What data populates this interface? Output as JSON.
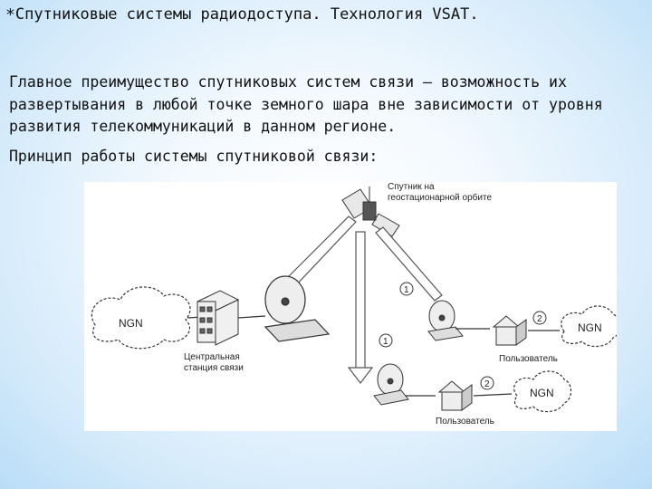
{
  "slide": {
    "bullet": "*",
    "title": "Спутниковые системы радиодоступа. Технология VSAT.",
    "paragraph1": "Главное преимущество спутниковых систем связи – возможность их развертывания в любой точке земного шара вне зависимости от уровня развития телекоммуникаций в данном регионе.",
    "paragraph2": "Принцип работы системы спутниковой связи:"
  },
  "diagram": {
    "satellite_label_line1": "Спутник на",
    "satellite_label_line2": "геостационарной орбите",
    "central_station_line1": "Центральная",
    "central_station_line2": "станция связи",
    "user_label": "Пользователь",
    "cloud_left": "NGN",
    "cloud_right_top": "NGN",
    "cloud_right_bottom": "NGN",
    "marker_1": "1",
    "marker_2": "2"
  }
}
